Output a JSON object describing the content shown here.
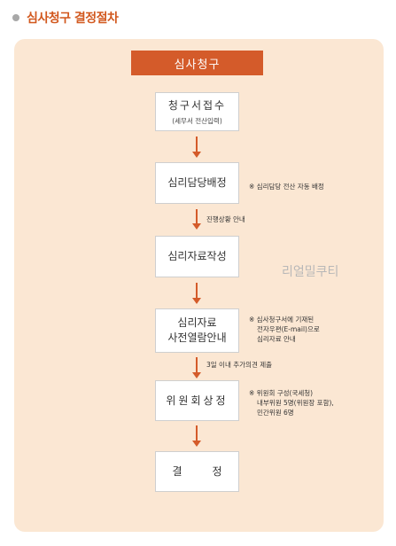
{
  "heading": {
    "title": "심사청구 결정절차"
  },
  "flow": {
    "header": "심사청구",
    "steps": [
      {
        "main": "청구서접수",
        "sub": "(세무서 전산입력)"
      },
      {
        "main": "심리담당배정"
      },
      {
        "main": "심리자료작성"
      },
      {
        "line1": "심리자료",
        "line2": "사전열람안내"
      },
      {
        "main": "위원회상정"
      },
      {
        "left": "결",
        "right": "정"
      }
    ],
    "notes": {
      "assign": "※ 심리담당 전산 자동 배정",
      "preview": [
        "※ 심사청구서에 기재된",
        "전자우편(E-mail)으로",
        "심리자료 안내"
      ],
      "committee": [
        "※ 위원회 구성(국세청)",
        "내부위원 5명(위원장 포함),",
        "민간위원 6명"
      ]
    },
    "arrow_labels": {
      "progress": "진행상황 안내",
      "additional": "3일 이내 추가의견 제출"
    }
  },
  "watermark": "리얼밀쿠티"
}
